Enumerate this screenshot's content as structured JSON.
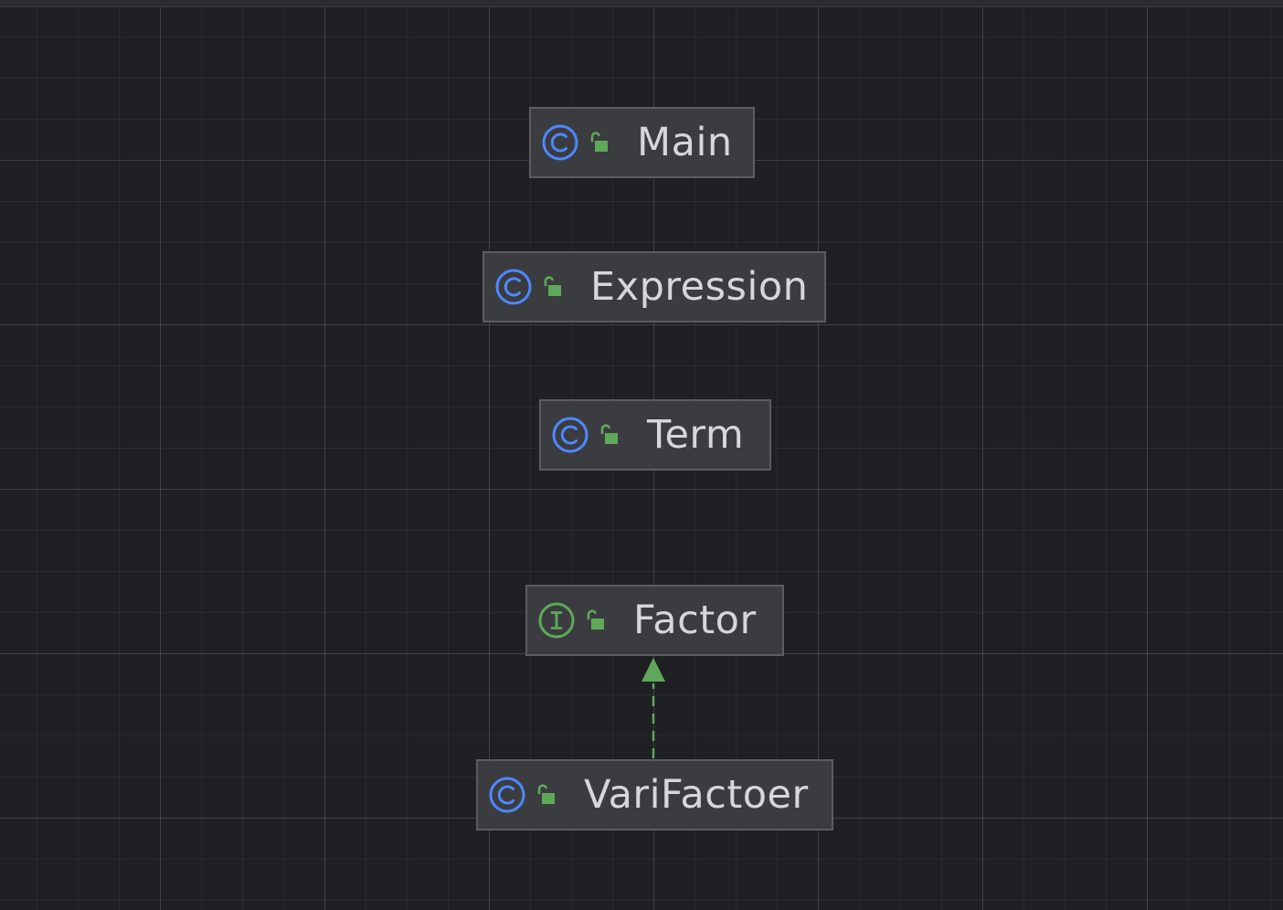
{
  "diagram": {
    "nodes": [
      {
        "id": "main",
        "kind": "class",
        "label": "Main"
      },
      {
        "id": "expression",
        "kind": "class",
        "label": "Expression"
      },
      {
        "id": "term",
        "kind": "class",
        "label": "Term"
      },
      {
        "id": "factor",
        "kind": "interface",
        "label": "Factor"
      },
      {
        "id": "varifactoer",
        "kind": "class",
        "label": "VariFactoer"
      }
    ],
    "edges": [
      {
        "from": "varifactoer",
        "to": "factor",
        "type": "implements",
        "style": "dashed"
      }
    ],
    "colors": {
      "class_icon": "#4d88ff",
      "interface_icon": "#5fa85a",
      "visibility_icon": "#5fa85a",
      "edge": "#5fa85a"
    }
  }
}
